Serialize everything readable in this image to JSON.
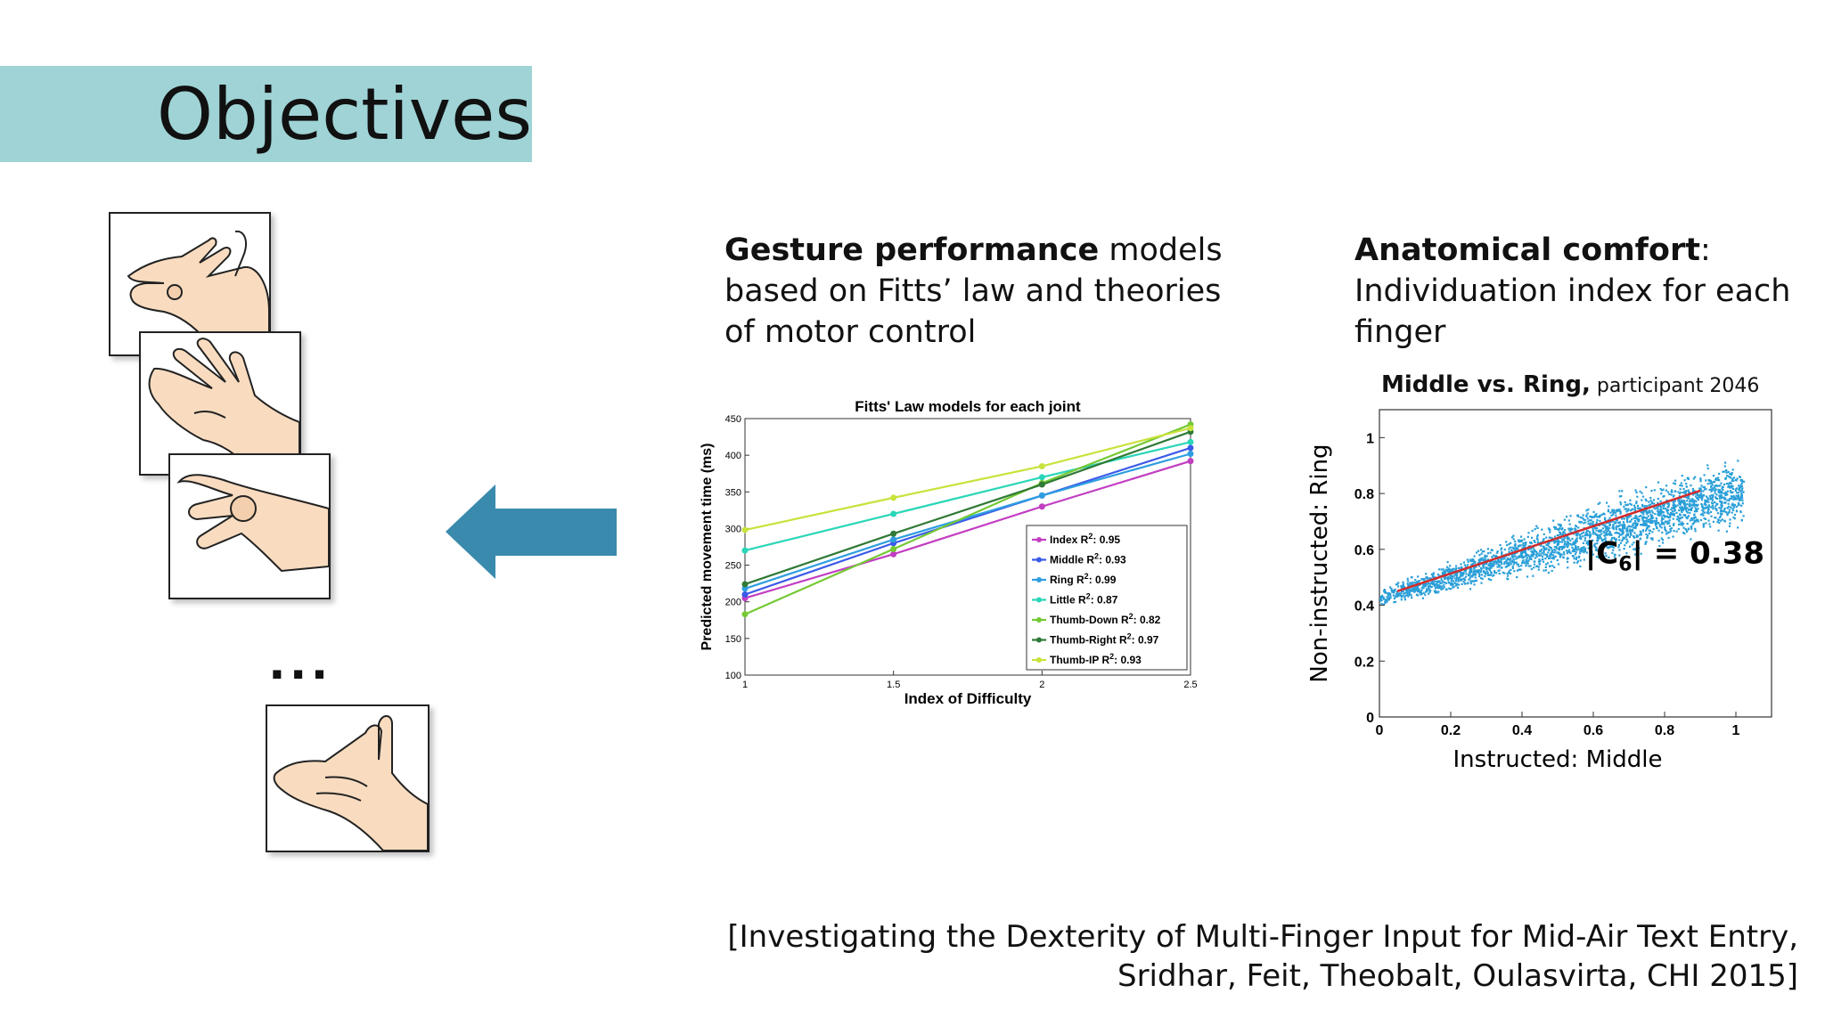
{
  "slide": {
    "title": "Objectives",
    "ellipsis": "..."
  },
  "gesture_text": {
    "bold": "Gesture performance",
    "line1_rest": " models",
    "line2": "based on Fitts’ law and theories",
    "line3": "of motor control"
  },
  "comfort_text": {
    "bold": "Anatomical comfort",
    "colon": ":",
    "line2": "Individuation index for each",
    "line3": "finger"
  },
  "scatter_caption": {
    "bold": "Middle vs. Ring,",
    "rest": " participant 2046"
  },
  "citation": {
    "line1": "[Investigating the Dexterity of Multi-Finger Input for Mid-Air Text Entry,",
    "line2": "Sridhar, Feit, Theobalt, Oulasvirta, CHI 2015]"
  },
  "hand_icons": [
    "hand-gesture-1-icon",
    "hand-gesture-2-icon",
    "hand-gesture-3-icon",
    "hand-gesture-4-icon"
  ],
  "colors": {
    "title_bar": "#9fd3d6",
    "arrow": "#3a8aae",
    "scatter_points": "#2a9fd8",
    "fit_line": "#d22b2b"
  },
  "chart_data": [
    {
      "type": "line",
      "title": "Fitts' Law models for each joint",
      "xlabel": "Index of Difficulty",
      "ylabel": "Predicted movement time (ms)",
      "xlim": [
        1,
        2.5
      ],
      "ylim": [
        100,
        450
      ],
      "x_ticks": [
        "1",
        "1.5",
        "2",
        "2.5"
      ],
      "y_ticks": [
        "100",
        "150",
        "200",
        "250",
        "300",
        "350",
        "400",
        "450"
      ],
      "x": [
        1,
        1.5,
        2,
        2.5
      ],
      "legend_position": "bottom-right",
      "series": [
        {
          "name": "Index",
          "r2": "0.95",
          "color": "#c23ec2",
          "values": [
            205,
            265,
            330,
            392
          ]
        },
        {
          "name": "Middle",
          "r2": "0.93",
          "color": "#3a5ae8",
          "values": [
            210,
            280,
            345,
            410
          ]
        },
        {
          "name": "Ring",
          "r2": "0.99",
          "color": "#2e9ee0",
          "values": [
            218,
            285,
            345,
            402
          ]
        },
        {
          "name": "Little",
          "r2": "0.87",
          "color": "#2ad6b8",
          "values": [
            270,
            320,
            370,
            418
          ]
        },
        {
          "name": "Thumb-Down",
          "r2": "0.82",
          "color": "#74c934",
          "values": [
            183,
            272,
            362,
            442
          ]
        },
        {
          "name": "Thumb-Right",
          "r2": "0.97",
          "color": "#2f7a36",
          "values": [
            224,
            293,
            360,
            432
          ]
        },
        {
          "name": "Thumb-IP",
          "r2": "0.93",
          "color": "#c9e23c",
          "values": [
            298,
            342,
            385,
            437
          ]
        }
      ]
    },
    {
      "type": "scatter",
      "xlabel": "Instructed: Middle",
      "ylabel": "Non-instructed: Ring",
      "xlim": [
        0,
        1.1
      ],
      "ylim": [
        0,
        1.1
      ],
      "x_ticks": [
        "0",
        "0.2",
        "0.4",
        "0.6",
        "0.8",
        "1"
      ],
      "y_ticks": [
        "0",
        "0.2",
        "0.4",
        "0.6",
        "0.8",
        "1"
      ],
      "annotation": "|C6| = 0.38",
      "annotation_main": "|C",
      "annotation_sub": "6",
      "annotation_end": "| = 0.38",
      "fit_line": {
        "x": [
          0.05,
          0.9
        ],
        "y": [
          0.45,
          0.81
        ]
      },
      "point_cloud": {
        "x_range": [
          0,
          1.1
        ],
        "trend_slope": 0.38,
        "intercept": 0.43
      }
    }
  ]
}
